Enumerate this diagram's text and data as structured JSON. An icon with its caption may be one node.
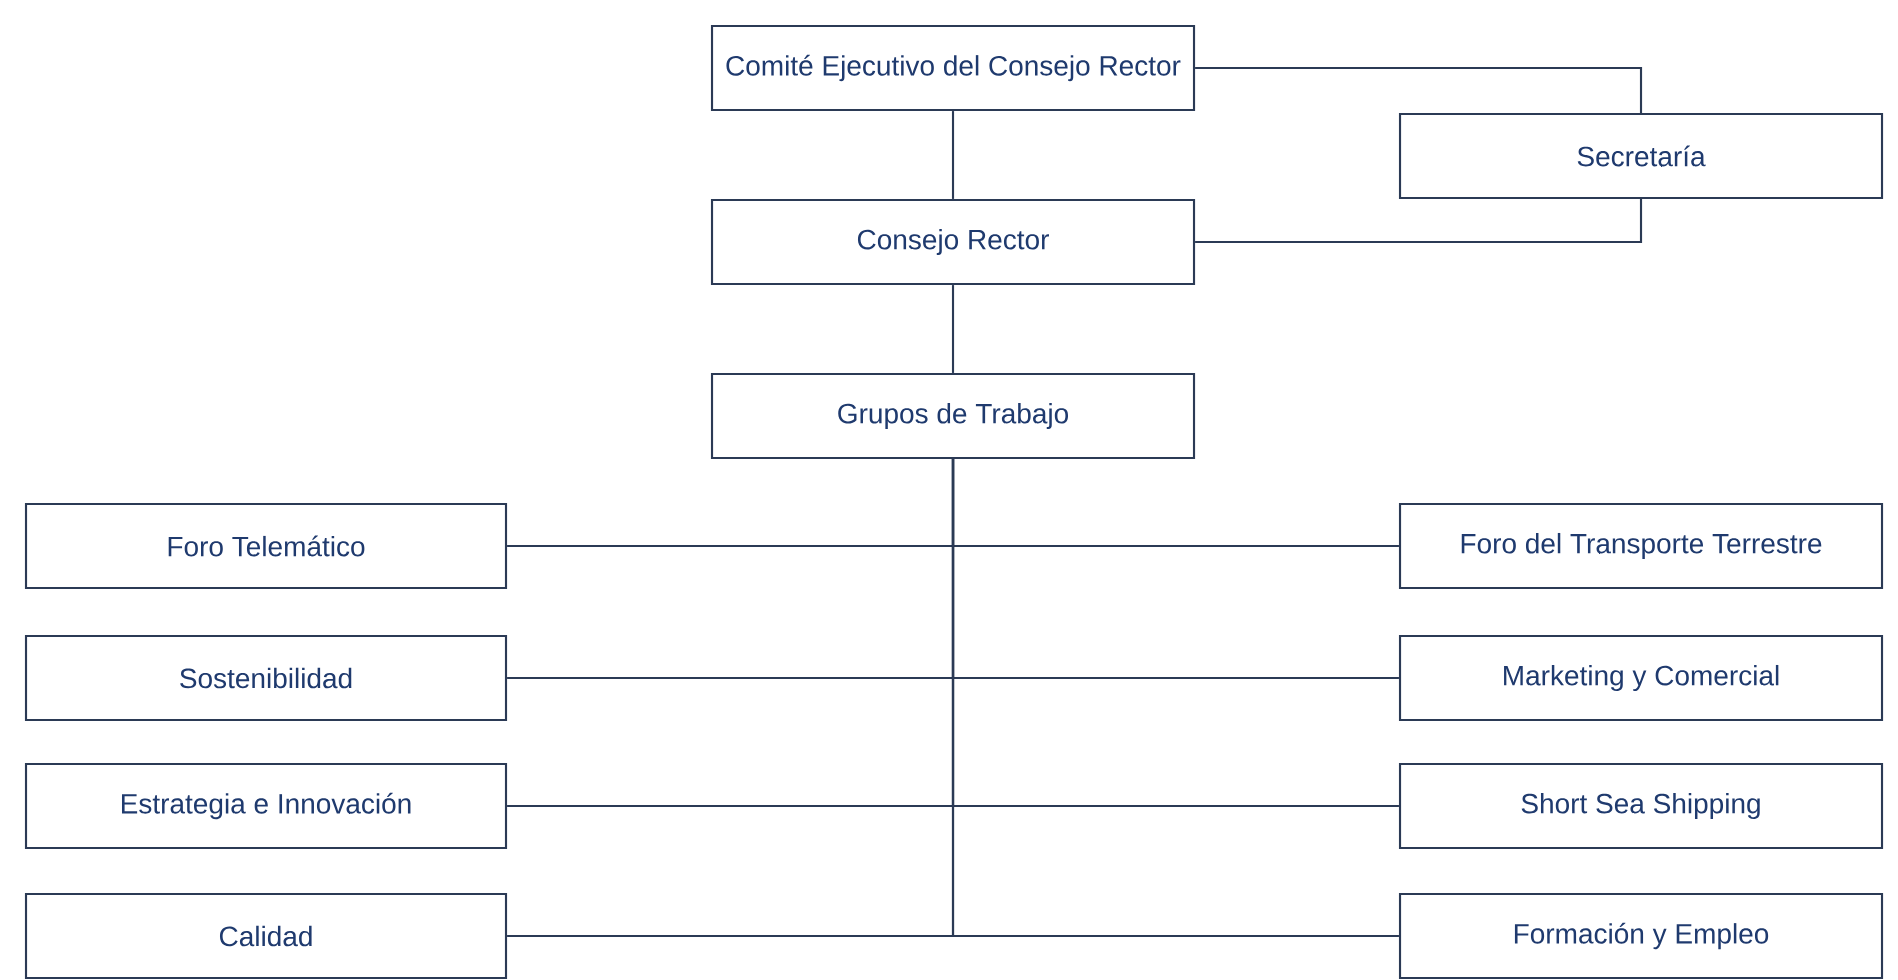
{
  "diagram": {
    "nodes": [
      {
        "text": [
          "Comité Ejecutivo del Consejo Rector"
        ]
      },
      {
        "text": [
          "Secretaría"
        ]
      },
      {
        "text": [
          "Consejo Rector"
        ]
      },
      {
        "text": [
          "Grupos de Trabajo"
        ]
      },
      {
        "text": [
          "Foro Telemático"
        ]
      },
      {
        "text": [
          "Foro del Transporte Terrestre"
        ]
      },
      {
        "text": [
          "Sostenibilidad"
        ]
      },
      {
        "text": [
          "Marketing y Comercial"
        ]
      },
      {
        "text": [
          "Estrategia e Innovación"
        ]
      },
      {
        "text": [
          "Short Sea Shipping"
        ]
      },
      {
        "text": [
          "Calidad"
        ]
      },
      {
        "text": [
          "Formación y Empleo"
        ]
      }
    ],
    "edges": [
      {
        "from": 0,
        "to": 1,
        "arrow": "none"
      },
      {
        "from": 0,
        "to": 2,
        "arrow": "none"
      },
      {
        "from": 2,
        "to": 1,
        "arrow": "none"
      },
      {
        "from": 2,
        "to": 3,
        "arrow": "none"
      },
      {
        "from": 3,
        "to": 4,
        "arrow": "none"
      },
      {
        "from": 3,
        "to": 5,
        "arrow": "none"
      },
      {
        "from": 3,
        "to": 6,
        "arrow": "none"
      },
      {
        "from": 3,
        "to": 7,
        "arrow": "none"
      },
      {
        "from": 3,
        "to": 8,
        "arrow": "none"
      },
      {
        "from": 3,
        "to": 9,
        "arrow": "none"
      },
      {
        "from": 3,
        "to": 10,
        "arrow": "none"
      },
      {
        "from": 3,
        "to": 11,
        "arrow": "none"
      }
    ]
  }
}
